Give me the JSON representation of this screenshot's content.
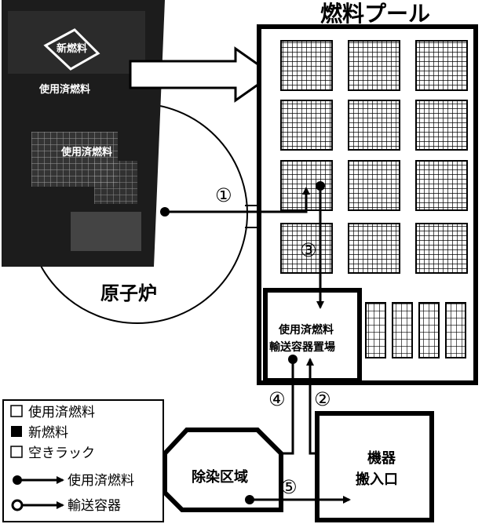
{
  "diagram": {
    "pool_title": "燃料プール",
    "reactor_label": "原子炉",
    "photo_labels": {
      "new_fuel": "新燃料",
      "spent_fuel_1": "使用済燃料",
      "spent_fuel_2": "使用済燃料"
    },
    "cask_area_label_line1": "使用済燃料",
    "cask_area_label_line2": "輸送容器置場",
    "decon_label": "除染区域",
    "entrance_label_line1": "機器",
    "entrance_label_line2": "搬入口",
    "steps": [
      "①",
      "②",
      "③",
      "④",
      "⑤"
    ]
  },
  "legend": {
    "spent_fuel": "使用済燃料",
    "new_fuel": "新燃料",
    "empty_rack": "空きラック",
    "arrow_spent_fuel": "使用済燃料",
    "arrow_cask": "輸送容器"
  },
  "colors": {
    "ink": "#000000",
    "photo_bg": "#1c1c1c",
    "background": "#ffffff"
  }
}
